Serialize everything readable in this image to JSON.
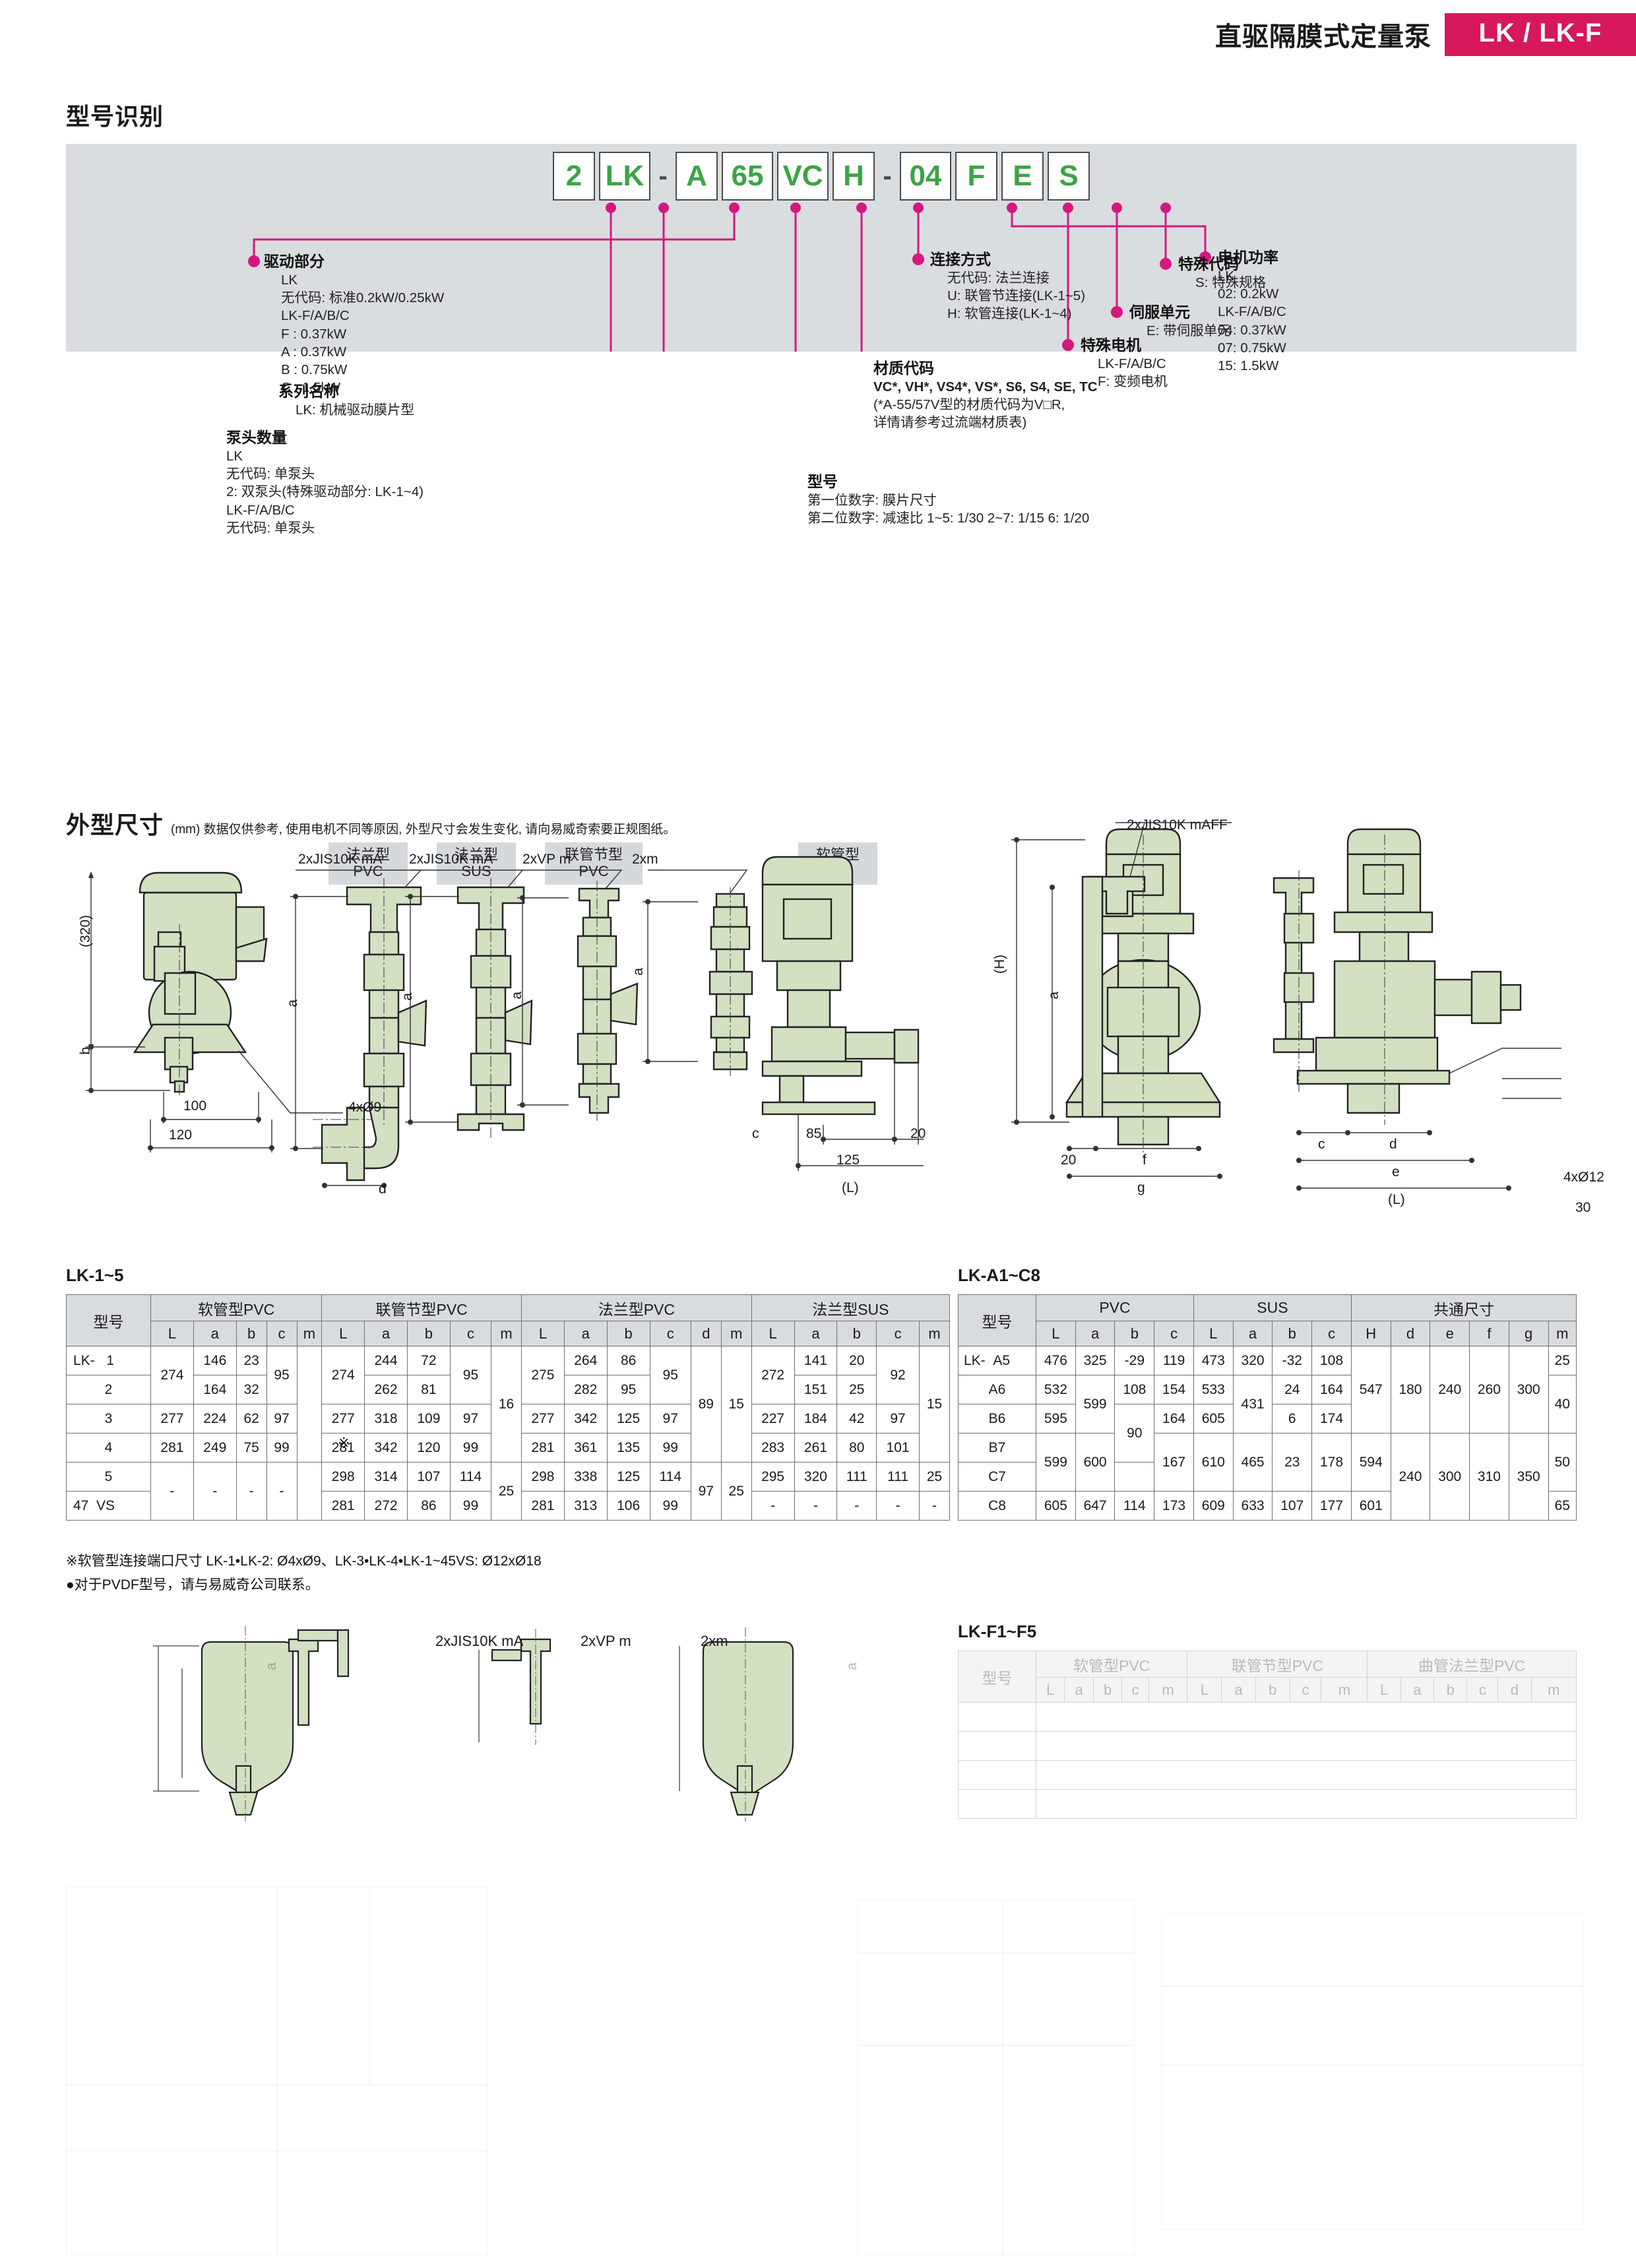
{
  "header": {
    "title": "直驱隔膜式定量泵",
    "badge": "LK / LK-F"
  },
  "sections": {
    "model_id_title": "型号识别",
    "dimensions_title": "外型尺寸",
    "dimensions_subtitle": "(mm) 数据仅供参考, 使用电机不同等原因, 外型尺寸会发生变化, 请向易威奇索要正规图纸。"
  },
  "model_code": {
    "boxes": [
      {
        "text": "2",
        "wide": false
      },
      {
        "text": "LK",
        "wide": true
      },
      {
        "sep": "-"
      },
      {
        "text": "A",
        "wide": false
      },
      {
        "text": "65",
        "wide": true
      },
      {
        "text": "VC",
        "wide": true
      },
      {
        "text": "H",
        "wide": false
      },
      {
        "sep": "-"
      },
      {
        "text": "04",
        "wide": true
      },
      {
        "text": "F",
        "wide": false
      },
      {
        "text": "E",
        "wide": false
      },
      {
        "text": "S",
        "wide": false
      }
    ]
  },
  "annotations": {
    "drive": {
      "heading": "驱动部分",
      "lines": [
        "LK",
        "无代码: 标准0.2kW/0.25kW",
        "LK-F/A/B/C",
        "F : 0.37kW",
        "A : 0.37kW",
        "B : 0.75kW",
        "C : 1.5kW"
      ]
    },
    "series_name": {
      "heading": "系列名称",
      "lines": [
        "LK: 机械驱动膜片型"
      ]
    },
    "pump_heads": {
      "heading": "泵头数量",
      "lines": [
        "LK",
        "无代码: 单泵头",
        "2: 双泵头(特殊驱动部分: LK-1~4)",
        "LK-F/A/B/C",
        "无代码: 单泵头"
      ]
    },
    "model_number": {
      "heading": "型号",
      "lines": [
        "第一位数字: 膜片尺寸",
        "第二位数字: 减速比 1~5: 1/30 2~7: 1/15 6: 1/20"
      ]
    },
    "material_code": {
      "heading": "材质代码",
      "lines": [
        "VC*, VH*, VS4*, VS*, S6, S4, SE, TC",
        "(*A-55/57V型的材质代码为V□R,",
        "详情请参考过流端材质表)"
      ]
    },
    "connection": {
      "heading": "连接方式",
      "lines": [
        "无代码: 法兰连接",
        "U: 联管节连接(LK-1~5)",
        "H: 软管连接(LK-1~4)"
      ]
    },
    "special_code": {
      "heading": "特殊代码",
      "lines": [
        "S: 特殊规格"
      ]
    },
    "servo_unit": {
      "heading": "伺服单元",
      "lines": [
        "E: 带伺服单元"
      ]
    },
    "special_motor": {
      "heading": "特殊电机",
      "lines": [
        "LK-F/A/B/C",
        "F: 变频电机"
      ]
    },
    "motor_power": {
      "heading": "电机功率",
      "lines": [
        "LK",
        "02: 0.2kW",
        "LK-F/A/B/C",
        "04: 0.37kW",
        "07: 0.75kW",
        "15: 1.5kW"
      ]
    }
  },
  "drawing": {
    "tags": [
      {
        "l1": "法兰型",
        "l2": "PVC"
      },
      {
        "l1": "法兰型",
        "l2": "SUS"
      },
      {
        "l1": "联管节型",
        "l2": "PVC"
      },
      {
        "l1": "软管型",
        "l2": "PVC"
      }
    ],
    "labels": {
      "jis_ma": "2xJIS10K mA",
      "jis_maff": "2xJIS10K mAFF",
      "vp_m": "2xVP m",
      "xm": "2xm",
      "h_paren": "(H)",
      "v320": "(320)",
      "d100": "100",
      "d120": "120",
      "hole_4x9": "4xØ9",
      "hole_4x12": "4xØ12",
      "n30": "30",
      "n20a": "20",
      "n20b": "20",
      "n85": "85",
      "n125": "125",
      "L_paren": "(L)",
      "a": "a",
      "b": "b",
      "c": "c",
      "d": "d",
      "e": "e",
      "f": "f",
      "g": "g"
    }
  },
  "table_lk15": {
    "title": "LK-1~5",
    "col_model": "型号",
    "groups": [
      "软管型PVC",
      "联管节型PVC",
      "法兰型PVC",
      "法兰型SUS"
    ],
    "subcols": {
      "g1": [
        "L",
        "a",
        "b",
        "c",
        "m"
      ],
      "g2": [
        "L",
        "a",
        "b",
        "c",
        "m"
      ],
      "g3": [
        "L",
        "a",
        "b",
        "c",
        "d",
        "m"
      ],
      "g4": [
        "L",
        "a",
        "b",
        "c",
        "m"
      ]
    },
    "prefix": "LK-",
    "rows": [
      {
        "model": "1",
        "h": [
          "",
          "146",
          "23",
          "",
          ""
        ],
        "u": [
          "",
          "244",
          "72",
          "",
          ""
        ],
        "f": [
          "",
          "264",
          "86",
          "",
          "",
          ""
        ],
        "s": [
          "",
          "141",
          "20",
          "",
          ""
        ]
      },
      {
        "model": "2",
        "h": [
          "274",
          "164",
          "32",
          "95",
          ""
        ],
        "u": [
          "274",
          "262",
          "81",
          "95",
          ""
        ],
        "f": [
          "275",
          "282",
          "95",
          "95",
          "",
          ""
        ],
        "s": [
          "272",
          "151",
          "25",
          "92",
          ""
        ]
      },
      {
        "model": "3",
        "h": [
          "277",
          "224",
          "62",
          "97",
          ""
        ],
        "u": [
          "277",
          "318",
          "109",
          "97",
          "16"
        ],
        "f": [
          "277",
          "342",
          "125",
          "97",
          "89",
          "15"
        ],
        "s": [
          "227",
          "184",
          "42",
          "97",
          "15"
        ]
      },
      {
        "model": "4",
        "h": [
          "281",
          "249",
          "75",
          "99",
          ""
        ],
        "u": [
          "281",
          "342",
          "120",
          "99",
          ""
        ],
        "f": [
          "281",
          "361",
          "135",
          "99",
          "",
          ""
        ],
        "s": [
          "283",
          "261",
          "80",
          "101",
          ""
        ]
      },
      {
        "model": "5",
        "h": [
          "-",
          "-",
          "-",
          "-",
          ""
        ],
        "u": [
          "298",
          "314",
          "107",
          "114",
          "25"
        ],
        "f": [
          "298",
          "338",
          "125",
          "114",
          "97",
          "25"
        ],
        "s": [
          "295",
          "320",
          "111",
          "111",
          "25"
        ]
      },
      {
        "model": "VS",
        "prefix2": "47",
        "h": [
          "",
          "",
          "",
          "",
          ""
        ],
        "u": [
          "281",
          "272",
          "86",
          "99",
          ""
        ],
        "f": [
          "281",
          "313",
          "106",
          "99",
          "",
          ""
        ],
        "s": [
          "-",
          "-",
          "-",
          "-",
          "-"
        ]
      }
    ],
    "middle_mark": "※",
    "notes": [
      "※软管型连接端口尺寸 LK-1•LK-2: Ø4xØ9、LK-3•LK-4•LK-1~45VS: Ø12xØ18",
      "●对于PVDF型号，请与易威奇公司联系。"
    ]
  },
  "table_lkac": {
    "title": "LK-A1~C8",
    "col_model": "型号",
    "groups": [
      "PVC",
      "SUS",
      "共通尺寸"
    ],
    "subcols": {
      "pvc": [
        "L",
        "a",
        "b",
        "c"
      ],
      "sus": [
        "L",
        "a",
        "b",
        "c"
      ],
      "common": [
        "H",
        "d",
        "e",
        "f",
        "g",
        "m"
      ]
    },
    "prefix": "LK-",
    "rows": [
      {
        "model": "A5",
        "pvc": [
          "476",
          "325",
          "-29",
          "119"
        ],
        "sus": [
          "473",
          "320",
          "-32",
          "108"
        ],
        "common": [
          "",
          "",
          "",
          "",
          "",
          "25"
        ]
      },
      {
        "model": "A6",
        "pvc": [
          "532",
          "",
          "108",
          "154"
        ],
        "sus": [
          "533",
          "",
          "24",
          "164"
        ],
        "common": [
          "547",
          "180",
          "240",
          "260",
          "300",
          ""
        ]
      },
      {
        "model": "B6",
        "pvc": [
          "595",
          "599",
          "",
          "164"
        ],
        "sus": [
          "605",
          "431",
          "6",
          "174"
        ],
        "common": [
          "",
          "",
          "",
          "",
          "",
          "40"
        ]
      },
      {
        "model": "B7",
        "pvc": [
          "",
          "",
          "90",
          ""
        ],
        "sus": [
          "",
          "",
          "",
          ""
        ],
        "common": [
          "594",
          "",
          "",
          "",
          "",
          ""
        ]
      },
      {
        "model": "C7",
        "pvc": [
          "599",
          "600",
          "",
          "167"
        ],
        "sus": [
          "610",
          "465",
          "23",
          "178"
        ],
        "common": [
          "",
          "240",
          "300",
          "310",
          "350",
          "50"
        ]
      },
      {
        "model": "C8",
        "pvc": [
          "605",
          "647",
          "114",
          "173"
        ],
        "sus": [
          "609",
          "633",
          "107",
          "177"
        ],
        "common": [
          "601",
          "",
          "",
          "",
          "",
          "65"
        ]
      }
    ]
  },
  "table_lkf": {
    "title": "LK-F1~F5",
    "col_model": "型号",
    "groups": [
      "软管型PVC",
      "联管节型PVC",
      "曲管法兰型PVC"
    ],
    "subcols": {
      "g1": [
        "L",
        "a",
        "b",
        "c",
        "m"
      ],
      "g2": [
        "L",
        "a",
        "b",
        "c",
        "m"
      ],
      "g3": [
        "L",
        "a",
        "b",
        "c",
        "d",
        "m"
      ]
    }
  }
}
